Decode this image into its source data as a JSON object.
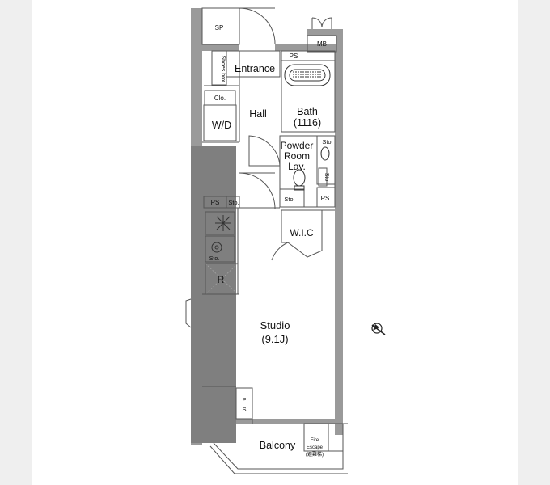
{
  "colors": {
    "wall": "#9a9a9a",
    "wall_dark": "#7f7f7f",
    "line": "#555555",
    "paper": "#ffffff",
    "frame": "#efefef"
  },
  "rooms": {
    "sp": "SP",
    "mb": "MB",
    "ps_top": "PS",
    "shoes_box": "Shoes box",
    "entrance": "Entrance",
    "clo": "Clo.",
    "hall": "Hall",
    "wd": "W/D",
    "bath": "Bath",
    "bath_size": "(1116)",
    "powder_room": [
      "Powder",
      "Room",
      "Lav."
    ],
    "sto_right": "Sto.",
    "sto_vertical": "Sto",
    "ps_mid": "PS",
    "sto_mid": "Sto.",
    "ps_left": "PS",
    "sto_left": "Sto.",
    "wic": "W.I.C",
    "sto_kitchen": "Sto.",
    "fridge": "R",
    "studio": "Studio",
    "studio_size": "(9.1J)",
    "ps_bottom": "PS",
    "balcony": "Balcony",
    "fire_escape": [
      "Fire",
      "Escape",
      "(避難梯)"
    ]
  },
  "icons": {
    "compass": "compass-icon",
    "stove": "stove-icon",
    "sink": "sink-icon",
    "bathtub": "bathtub-icon",
    "toilet": "toilet-icon",
    "washbasin": "washbasin-icon"
  }
}
